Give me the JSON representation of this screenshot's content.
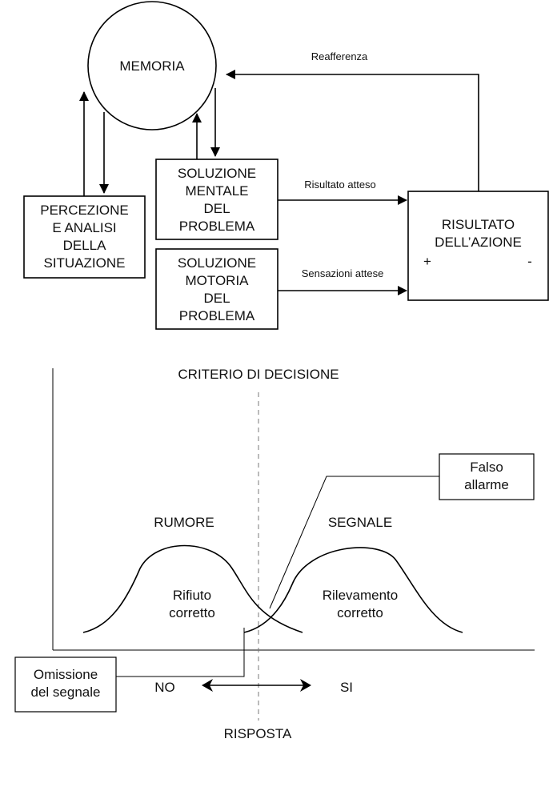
{
  "top_diagram": {
    "memory": "MEMORIA",
    "reafference": "Reafferenza",
    "perception": [
      "PERCEZIONE",
      "E ANALISI",
      "DELLA",
      "SITUAZIONE"
    ],
    "mental_solution": [
      "SOLUZIONE",
      "MENTALE",
      "DEL",
      "PROBLEMA"
    ],
    "motor_solution": [
      "SOLUZIONE",
      "MOTORIA",
      "DEL",
      "PROBLEMA"
    ],
    "expected_result": "Risultato atteso",
    "expected_sensations": "Sensazioni attese",
    "action_result": [
      "RISULTATO",
      "DELL’AZIONE"
    ],
    "plus": "+",
    "minus": "-"
  },
  "bottom_diagram": {
    "criterion": "CRITERIO DI DECISIONE",
    "false_alarm": [
      "Falso",
      "allarme"
    ],
    "noise": "RUMORE",
    "signal": "SEGNALE",
    "correct_rejection": [
      "Rifiuto",
      "corretto"
    ],
    "correct_detection": [
      "Rilevamento",
      "corretto"
    ],
    "miss": [
      "Omissione",
      "del segnale"
    ],
    "no": "NO",
    "yes": "SI",
    "response": "RISPOSTA"
  }
}
